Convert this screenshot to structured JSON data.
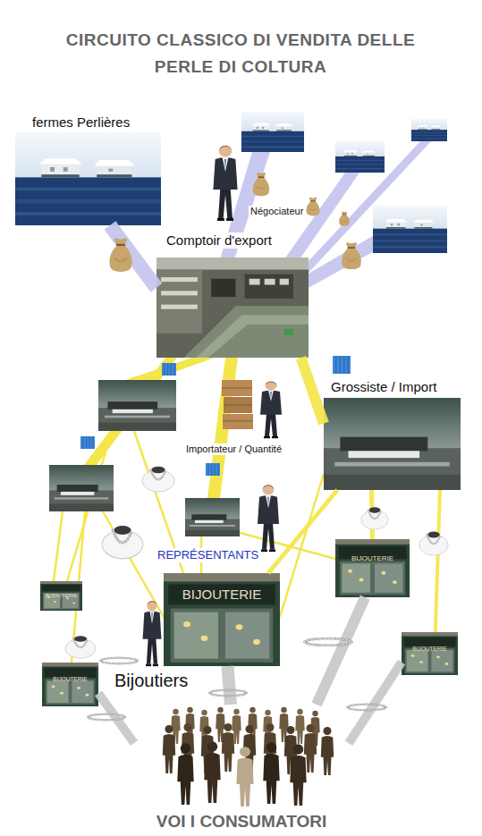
{
  "diagram": {
    "title": "CIRCUITO CLASSICO DI VENDITA DELLE PERLE DI COLTURA",
    "nodes": [
      {
        "text": [
          "fermes Perlières"
        ]
      },
      {
        "text": [
          "Comptoir d'export"
        ]
      },
      {
        "text": [
          "Grossiste / Import"
        ]
      },
      {
        "text": [
          "BIJOUTERIE"
        ]
      },
      {
        "text": [
          "BIJOUTERIE"
        ]
      },
      {
        "text": [
          "BIJOUTERIE"
        ]
      },
      {
        "text": [
          "BIJOUTERIE"
        ]
      },
      {
        "text": [
          "BIJOUTERIE"
        ]
      },
      {
        "text": [
          "VOI I CONSUMATORI"
        ]
      }
    ],
    "edges": [
      {
        "from": 0,
        "to": 1,
        "arrow": "none"
      },
      {
        "from": 1,
        "to": 2,
        "arrow": "none"
      },
      {
        "from": 2,
        "to": 3,
        "arrow": "none"
      },
      {
        "from": 2,
        "to": 4,
        "arrow": "none"
      },
      {
        "from": 2,
        "to": 6,
        "arrow": "none"
      },
      {
        "from": 4,
        "to": 8,
        "arrow": "none"
      },
      {
        "from": 3,
        "to": 8,
        "arrow": "none"
      },
      {
        "from": 6,
        "to": 8,
        "arrow": "none"
      },
      {
        "from": 7,
        "to": 8,
        "arrow": "none"
      }
    ],
    "labels": [
      "Négociateur",
      "Importateur / Quantité",
      "REPRÉSENTANTS",
      "Bijoutiers"
    ]
  }
}
